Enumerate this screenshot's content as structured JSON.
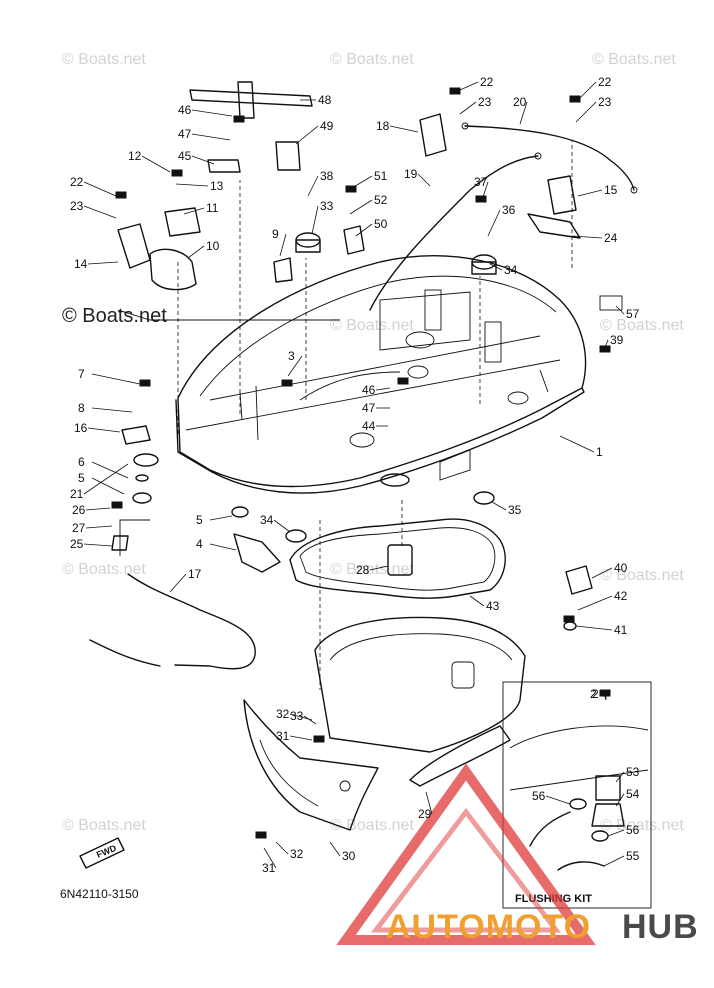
{
  "diagram": {
    "code": "6N42110-3150",
    "kit_label": "FLUSHING KIT",
    "fwd_label": "FWD",
    "watermark": "© Boats.net",
    "logo": {
      "part1": "AUTOMOTO",
      "part2": "HUB",
      "accent": "#f0a030",
      "dark": "#4a4a4a",
      "triangle": "#e03a3a"
    },
    "callouts": [
      "1",
      "2",
      "2",
      "3",
      "4",
      "5",
      "5",
      "6",
      "7",
      "8",
      "9",
      "10",
      "11",
      "12",
      "13",
      "14",
      "15",
      "16",
      "17",
      "18",
      "19",
      "20",
      "21",
      "22",
      "22",
      "22",
      "23",
      "23",
      "23",
      "24",
      "25",
      "26",
      "27",
      "28",
      "29",
      "30",
      "31",
      "31",
      "32",
      "32",
      "33",
      "33",
      "34",
      "34",
      "35",
      "36",
      "37",
      "38",
      "39",
      "40",
      "41",
      "42",
      "43",
      "44",
      "45",
      "46",
      "46",
      "47",
      "47",
      "48",
      "49",
      "50",
      "51",
      "52",
      "53",
      "54",
      "55",
      "56",
      "56",
      "57"
    ]
  }
}
